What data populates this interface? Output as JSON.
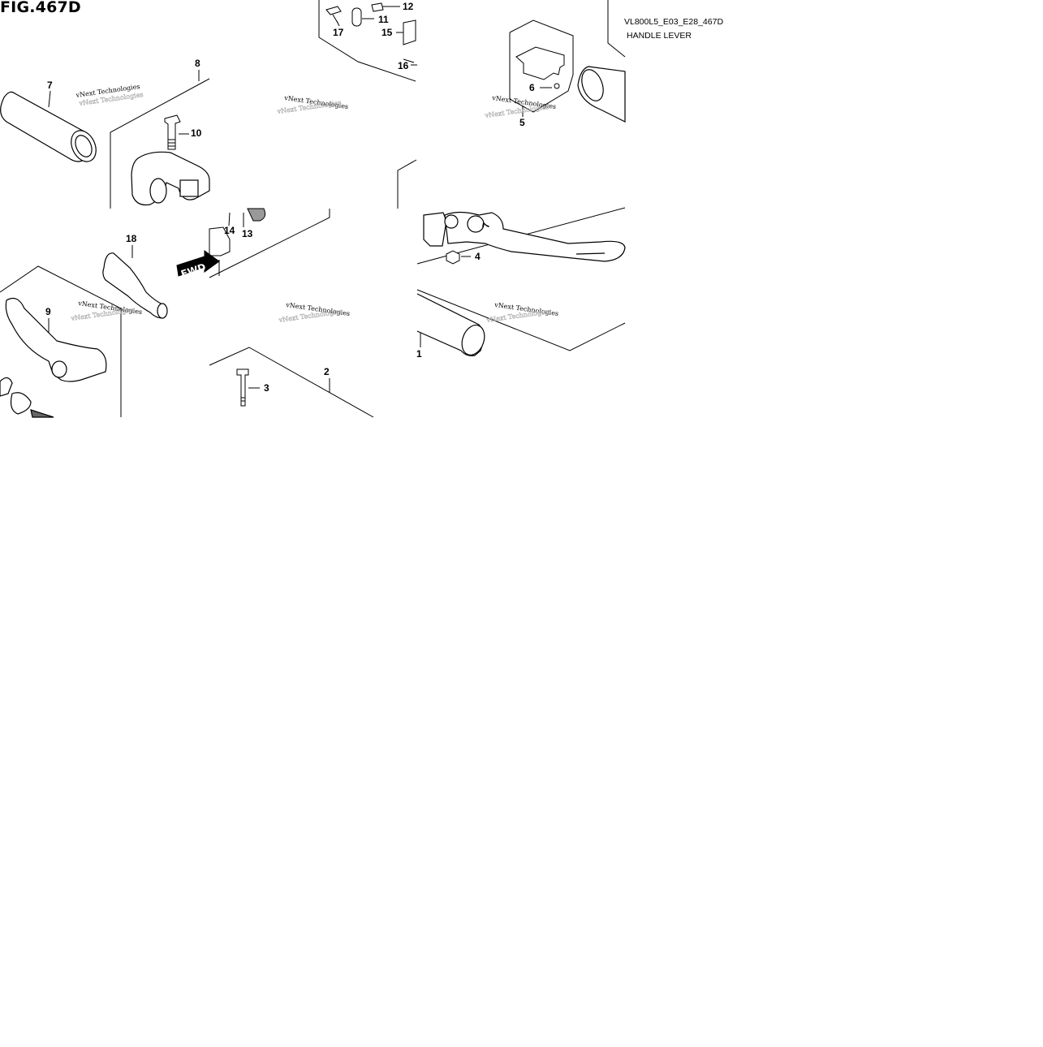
{
  "figure": {
    "title": "FIG.467D",
    "code": "VL800L5_E03_E28_467D",
    "name": "HANDLE LEVER"
  },
  "arrow_label": "FWD",
  "watermark": "vNext Technologies",
  "part_callouts": [
    "1",
    "2",
    "3",
    "4",
    "5",
    "6",
    "7",
    "8",
    "9",
    "10",
    "11",
    "12",
    "13",
    "14",
    "15",
    "16",
    "17",
    "18"
  ]
}
